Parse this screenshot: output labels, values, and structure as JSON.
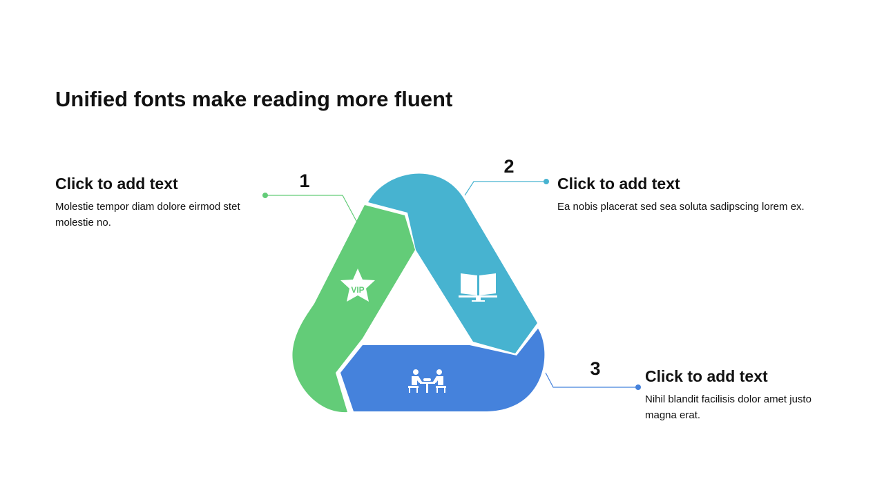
{
  "title": "Unified fonts make reading more fluent",
  "colors": {
    "green": "#63cc78",
    "teal": "#47b3d0",
    "blue": "#4582dc",
    "text": "#111111"
  },
  "segments": [
    {
      "number": "1",
      "heading": "Click to add text",
      "body": "Molestie tempor diam dolore eirmod stet molestie no.",
      "icon": "vip-star-icon",
      "icon_text": "VIP"
    },
    {
      "number": "2",
      "heading": "Click to add text",
      "body": "Ea nobis placerat sed sea soluta sadipscing lorem ex.",
      "icon": "book-icon"
    },
    {
      "number": "3",
      "heading": "Click to add text",
      "body": "Nihil blandit facilisis dolor amet justo magna erat.",
      "icon": "people-at-table-icon"
    }
  ]
}
